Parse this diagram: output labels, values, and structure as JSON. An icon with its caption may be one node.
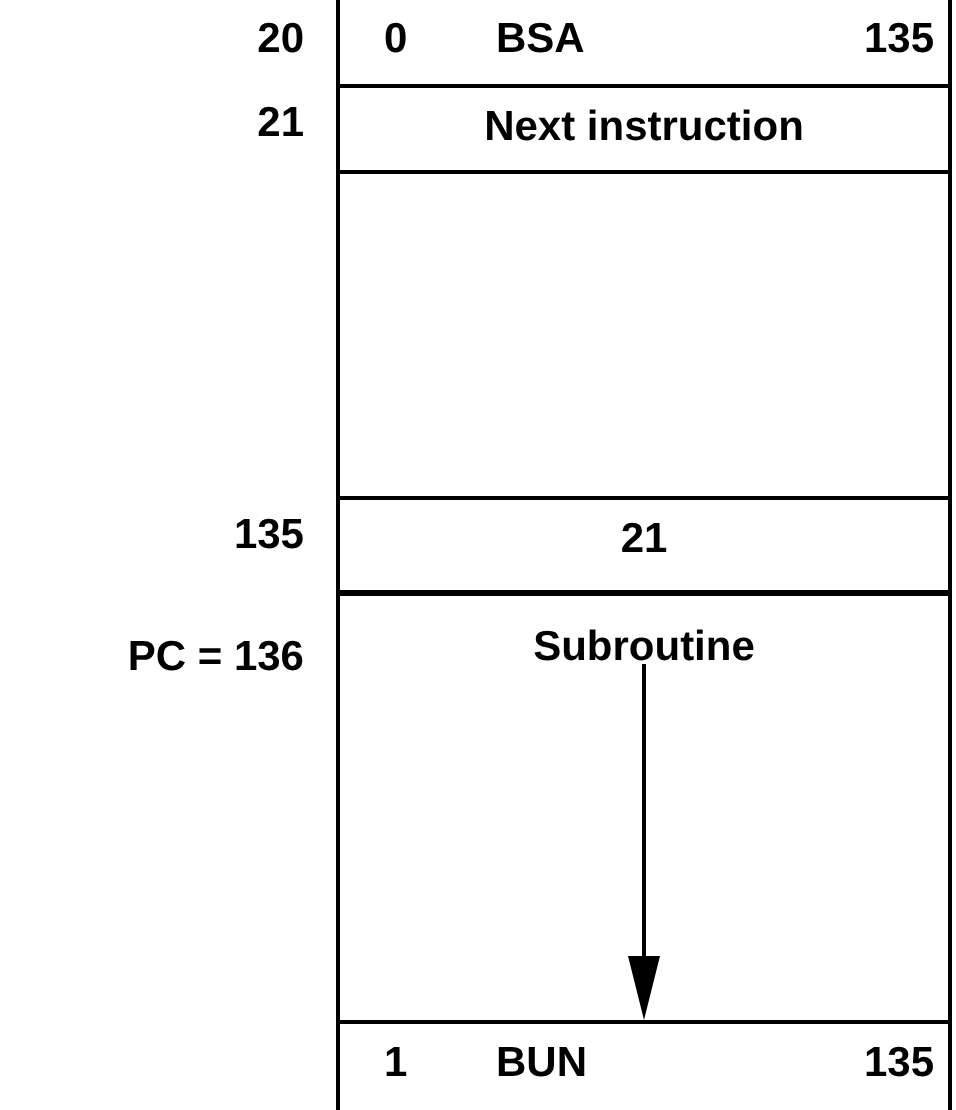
{
  "diagram": {
    "nodes": [
      {
        "text": [
          "0",
          "BSA",
          "135"
        ],
        "beside": [
          "20"
        ]
      },
      {
        "text": [
          "Next instruction"
        ],
        "beside": [
          "21"
        ]
      },
      {
        "text": [],
        "shape": "box"
      },
      {
        "text": [
          "21"
        ],
        "beside": [
          "135"
        ]
      },
      {
        "text": [
          "Subroutine"
        ],
        "beside": [
          "PC = 136"
        ]
      },
      {
        "text": [
          "1",
          "BUN",
          "135"
        ]
      }
    ],
    "edges": [
      {
        "from": 4,
        "to": 5,
        "arrow": "to"
      }
    ]
  }
}
